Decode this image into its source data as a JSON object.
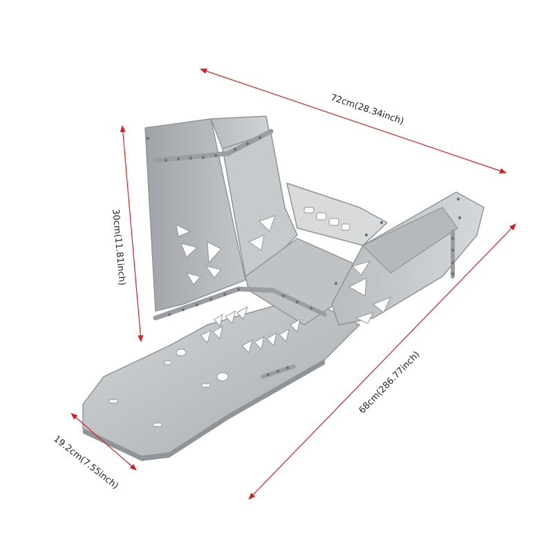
{
  "dimensions": {
    "top": "72cm(28.34inch)",
    "left": "30cm(11.81inch)",
    "bottom_left": "19.2cm(7.55inch)",
    "right": "68cm(286.77inch)"
  },
  "colors": {
    "arrow": "#d62020",
    "metal_light": "#c9ccce",
    "metal_mid": "#b3b7ba",
    "metal_dark": "#8f9498",
    "cutout": "#ffffff",
    "rivet": "#6f7478"
  }
}
